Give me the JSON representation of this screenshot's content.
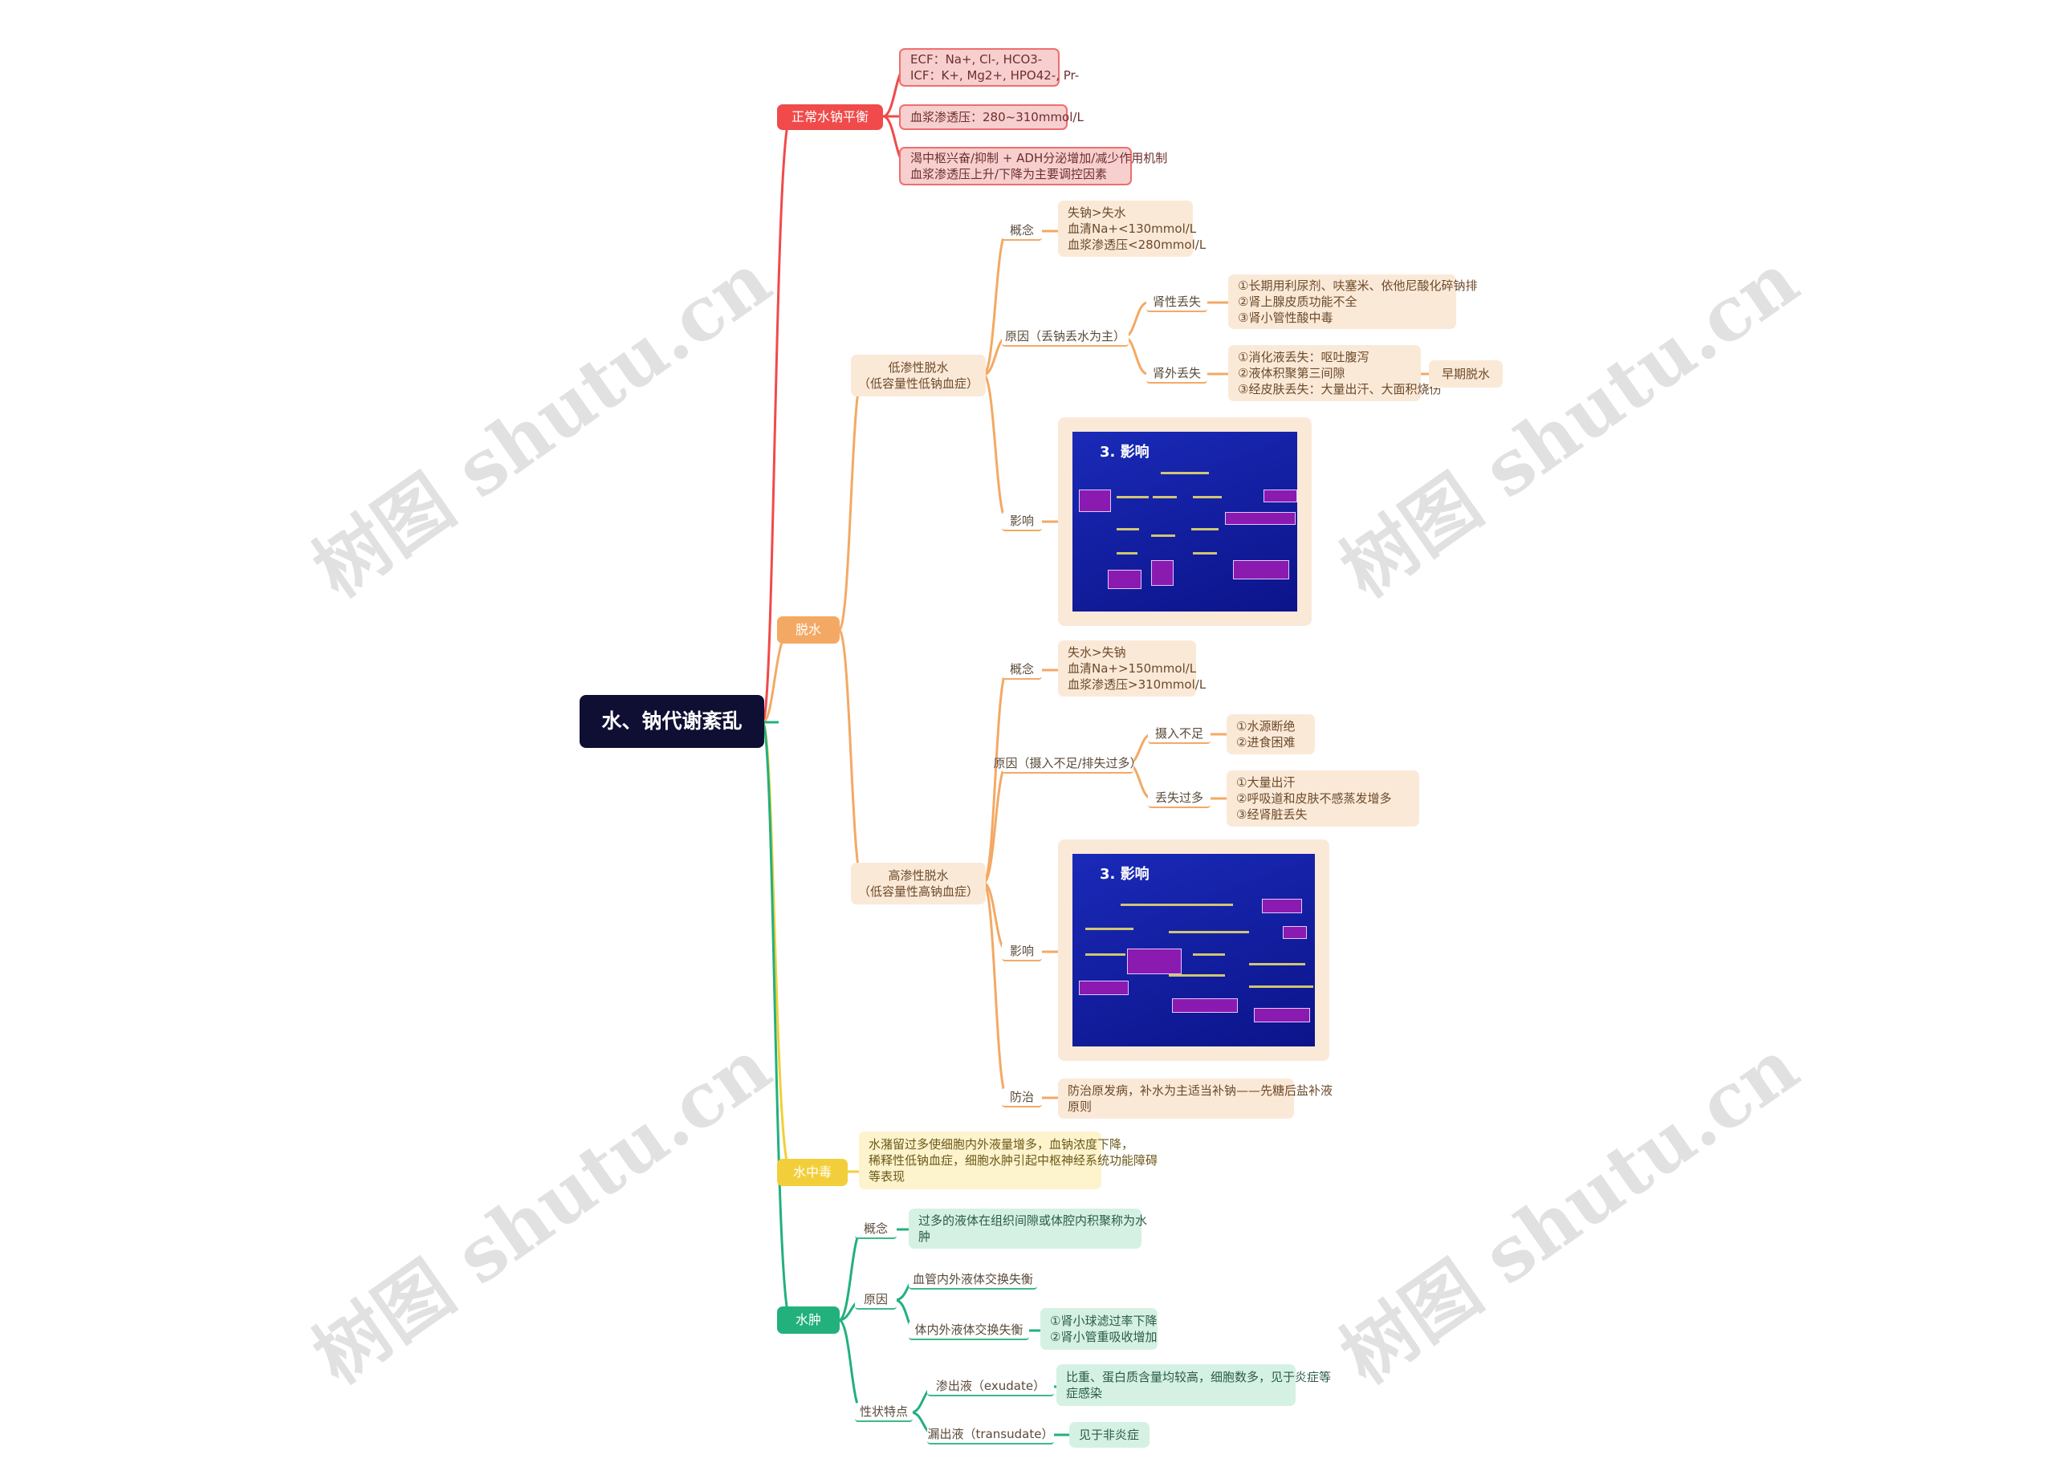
{
  "root": "水、钠代谢紊乱",
  "colors": {
    "red": "#f04a4a",
    "orange": "#f3a964",
    "yellow": "#f2cf3a",
    "green": "#22b07d",
    "root_bg": "#0f0f33"
  },
  "branches": {
    "balance": {
      "label": "正常水钠平衡",
      "items": [
        {
          "lines": [
            "ECF：Na+, Cl-, HCO3-",
            "ICF：K+, Mg2+, HPO42-, Pr-"
          ]
        },
        {
          "lines": [
            "血浆渗透压：280~310mmol/L"
          ]
        },
        {
          "lines": [
            "渴中枢兴奋/抑制 + ADH分泌增加/减少作用机制",
            "血浆渗透压上升/下降为主要调控因素"
          ]
        }
      ]
    },
    "dehydration": {
      "label": "脱水",
      "hypotonic": {
        "label_lines": [
          "低渗性脱水",
          "（低容量性低钠血症）"
        ],
        "concept": {
          "label": "概念",
          "lines": [
            "失钠>失水",
            "血清Na+<130mmol/L",
            "血浆渗透压<280mmol/L"
          ]
        },
        "cause": {
          "label": "原因（丢钠丢水为主）",
          "renal": {
            "label": "肾性丢失",
            "lines": [
              "①长期用利尿剂、呋塞米、依他尼酸化碎钠排",
              "②肾上腺皮质功能不全",
              "③肾小管性酸中毒"
            ]
          },
          "extrarenal": {
            "label": "肾外丢失",
            "lines": [
              "①消化液丢失：呕吐腹泻",
              "②液体积聚第三间隙",
              "③经皮肤丢失：大量出汗、大面积烧伤"
            ],
            "tail": "早期脱水"
          }
        },
        "effect": {
          "label": "影响",
          "slide_title": "3. 影响"
        }
      },
      "hypertonic": {
        "label_lines": [
          "高渗性脱水",
          "（低容量性高钠血症）"
        ],
        "concept": {
          "label": "概念",
          "lines": [
            "失水>失钠",
            "血清Na+>150mmol/L",
            "血浆渗透压>310mmol/L"
          ]
        },
        "cause": {
          "label": "原因（摄入不足/排失过多）",
          "intake": {
            "label": "摄入不足",
            "lines": [
              "①水源断绝",
              "②进食困难"
            ]
          },
          "loss": {
            "label": "丢失过多",
            "lines": [
              "①大量出汗",
              "②呼吸道和皮肤不感蒸发增多",
              "③经肾脏丢失"
            ]
          }
        },
        "effect": {
          "label": "影响",
          "slide_title": "3. 影响"
        },
        "treatment": {
          "label": "防治",
          "lines": [
            "防治原发病，补水为主适当补钠——先糖后盐补液",
            "原则"
          ]
        }
      }
    },
    "intox": {
      "label": "水中毒",
      "lines": [
        "水潴留过多使细胞内外液量增多，血钠浓度下降，",
        "稀释性低钠血症，细胞水肿引起中枢神经系统功能障碍",
        "等表现"
      ]
    },
    "edema": {
      "label": "水肿",
      "concept": {
        "label": "概念",
        "lines": [
          "过多的液体在组织间隙或体腔内积聚称为水",
          "肿"
        ]
      },
      "cause": {
        "label": "原因",
        "a": {
          "label": "血管内外液体交换失衡"
        },
        "b": {
          "label": "体内外液体交换失衡",
          "lines": [
            "①肾小球滤过率下降",
            "②肾小管重吸收增加"
          ]
        }
      },
      "types": {
        "label": "性状特点",
        "exudate": {
          "label": "渗出液（exudate）",
          "lines": [
            "比重、蛋白质含量均较高，细胞数多，见于炎症等",
            "症感染"
          ]
        },
        "transudate": {
          "label": "漏出液（transudate）",
          "lines": [
            "见于非炎症"
          ]
        }
      }
    }
  },
  "watermark": "树图 shutu.cn"
}
